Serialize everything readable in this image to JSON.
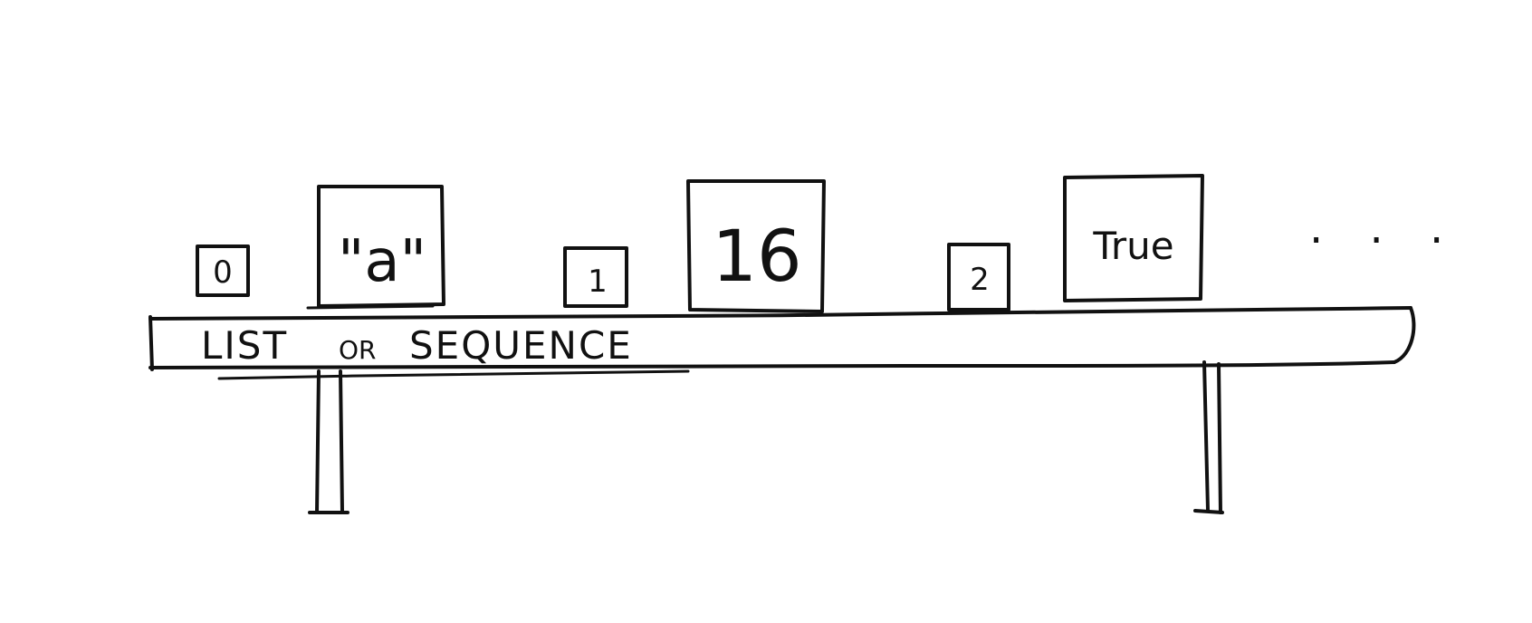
{
  "shelf": {
    "label_word1": "LIST",
    "label_word2": "OR",
    "label_word3": "SEQUENCE"
  },
  "items": [
    {
      "index": "0",
      "value": "\"a\""
    },
    {
      "index": "1",
      "value": "16"
    },
    {
      "index": "2",
      "value": "True"
    }
  ],
  "continuation": ". . ."
}
